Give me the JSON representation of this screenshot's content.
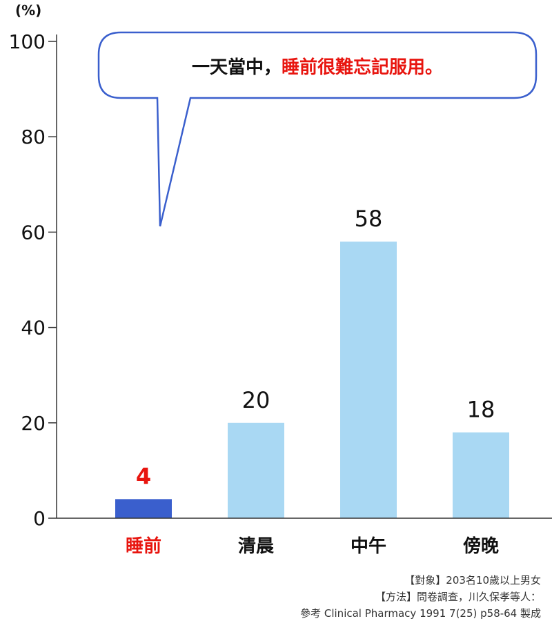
{
  "chart_data": {
    "type": "bar",
    "unit_label": "(%)",
    "ylim": [
      0,
      100
    ],
    "yticks": [
      0,
      20,
      40,
      60,
      80,
      100
    ],
    "categories": [
      "睡前",
      "清晨",
      "中午",
      "傍晚"
    ],
    "values": [
      4,
      20,
      58,
      18
    ],
    "value_labels": [
      "4",
      "20",
      "58",
      "18"
    ],
    "highlight_index": 0,
    "colors": {
      "highlight_bar": "#3a5fcd",
      "bar": "#a9d8f3",
      "highlight_text": "#e8150f",
      "text": "#111111",
      "bubble_border": "#3a5fcd"
    },
    "callout": {
      "text_black": "一天當中，",
      "text_red": "睡前很難忘記服用。"
    }
  },
  "notes": {
    "line1": "【對象】203名10歲以上男女",
    "line2": "【方法】問卷調查，川久保孝等人：",
    "line3": "參考 Clinical Pharmacy 1991 7(25) p58-64 製成"
  }
}
